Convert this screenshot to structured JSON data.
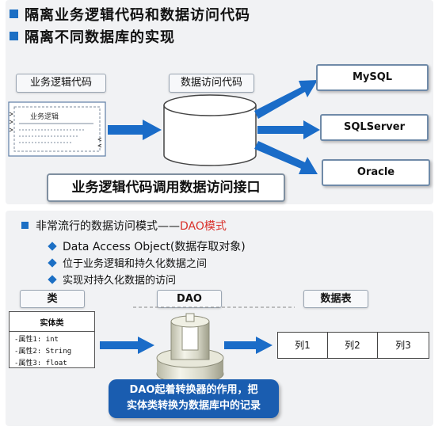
{
  "top": {
    "headings": [
      "隔离业务逻辑代码和数据访问代码",
      "隔离不同数据库的实现"
    ],
    "biz_label": "业务逻辑代码",
    "doc_title": "业务逻辑",
    "dao_label": "数据访问代码",
    "databases": [
      "MySQL",
      "SQLServer",
      "Oracle"
    ],
    "caption": "业务逻辑代码调用数据访问接口"
  },
  "bottom": {
    "main_prefix": "非常流行的数据访问模式——",
    "main_highlight": "DAO模式",
    "sub_items": [
      "Data Access Object(数据存取对象)",
      "位于业务逻辑和持久化数据之间",
      "实现对持久化数据的访问"
    ],
    "class_label": "类",
    "dao_label": "DAO",
    "table_label": "数据表",
    "entity": {
      "title": "实体类",
      "fields": [
        "-属性1: int",
        "-属性2: String",
        "-属性3: float"
      ]
    },
    "columns": [
      "列1",
      "列2",
      "列3"
    ],
    "callout_lines": [
      "DAO起着转换器的作用，把",
      "实体类转换为数据库中的记录"
    ]
  },
  "colors": {
    "accent": "#1c6fc4",
    "arrow": "#1a6cc8",
    "callout_bg": "#1a5db0",
    "highlight": "#d9312b"
  }
}
